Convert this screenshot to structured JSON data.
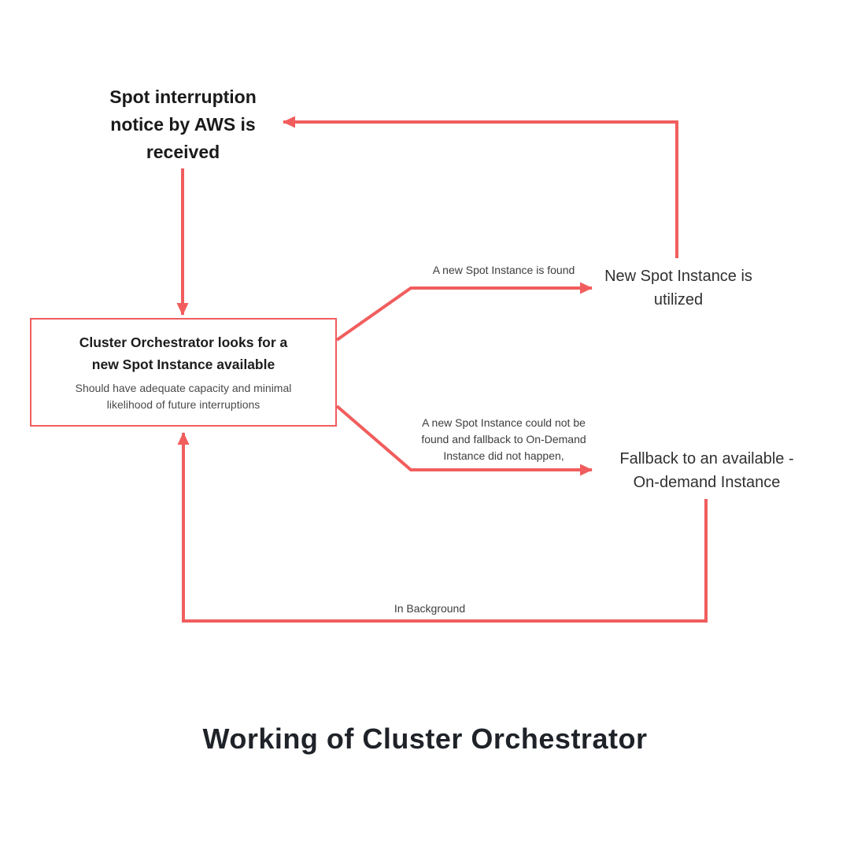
{
  "colors": {
    "accent": "#F15D5D"
  },
  "diagram": {
    "title": "Working of Cluster Orchestrator",
    "start": {
      "label": "Spot interruption notice by AWS is received"
    },
    "orchestrator": {
      "title": "Cluster Orchestrator looks for a new Spot Instance available",
      "subtitle": "Should have adequate capacity and minimal likelihood of future interruptions"
    },
    "utilized": {
      "label": "New Spot Instance is utilized"
    },
    "fallback": {
      "label": "Fallback to an available -On-demand Instance"
    },
    "edge_labels": {
      "found": "A new Spot Instance is found",
      "not_found": "A new Spot Instance could not be found and fallback to On-Demand Instance did not happen,",
      "background": "In Background"
    }
  }
}
